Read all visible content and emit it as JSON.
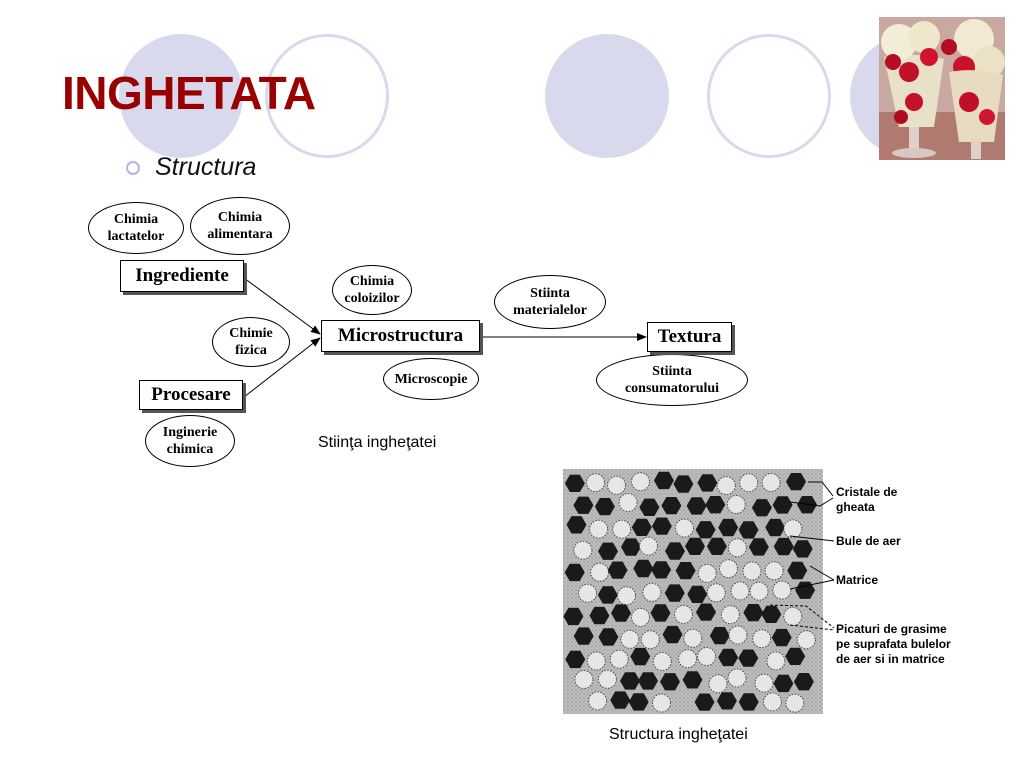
{
  "slide": {
    "title": "INGHETATA",
    "subtitle": "Structura",
    "photo_icon": "ice-cream-photo"
  },
  "diagram": {
    "boxes": {
      "ingrediente": "Ingrediente",
      "procesare": "Procesare",
      "microstructura": "Microstructura",
      "textura": "Textura"
    },
    "ellipses": {
      "chimia_lactatelor": "Chimia\nlactatelor",
      "chimia_alimentara": "Chimia\nalimentara",
      "chimia_coloizilor": "Chimia\ncoloizilor",
      "chimie_fizica": "Chimie\nfizica",
      "microscopie": "Microscopie",
      "stiinta_materialelor": "Stiinta\nmaterialelor",
      "stiinta_consumatorului": "Stiinta\nconsumatorului",
      "inginerie_chimica": "Inginerie\nchimica"
    },
    "caption": "Stiinţa ingheţatei"
  },
  "structure_figure": {
    "labels": {
      "cristale": "Cristale de\ngheata",
      "bule": "Bule de aer",
      "matrice": "Matrice",
      "picaturi": "Picaturi de grasime\npe suprafata bulelor\nde aer si in matrice"
    },
    "caption": "Structura ingheţatei",
    "colors": {
      "matrix": "#bdbdbd",
      "ice_crystal": "#1a1a1a",
      "air_bubble": "#e6e6e6"
    }
  },
  "theme": {
    "title_color": "#990000",
    "decor_color": "#d9d9ee"
  }
}
